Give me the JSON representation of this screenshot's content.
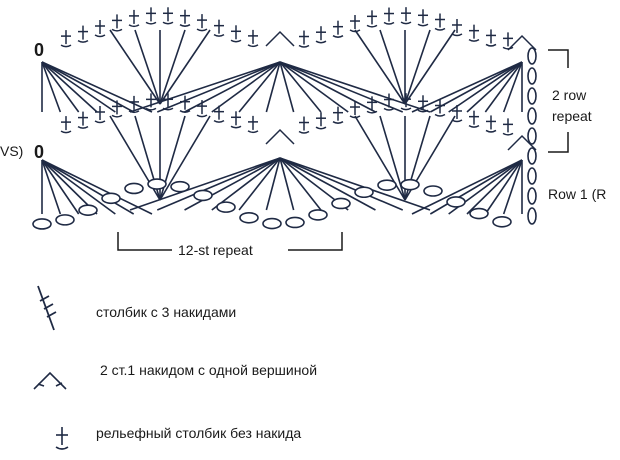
{
  "diagram": {
    "row_labels": {
      "wrong_side_fragment": "VS)",
      "two_row_repeat_line1": "2 row",
      "two_row_repeat_line2": "repeat",
      "row1": "Row 1 (R"
    },
    "start_marks": [
      "0",
      "0"
    ],
    "repeat_label": "12-st repeat",
    "colors": {
      "ink": "#1f2a44",
      "text": "#1a1a1a",
      "background": "#ffffff"
    }
  },
  "legend": [
    {
      "icon": "treble-crochet-icon",
      "text": "столбик с 3 накидами"
    },
    {
      "icon": "dc2tog-icon",
      "text": "2 ст.1 накидом с одной вершиной"
    },
    {
      "icon": "front-post-sc-icon",
      "text": "рельефный столбик без накида"
    }
  ]
}
